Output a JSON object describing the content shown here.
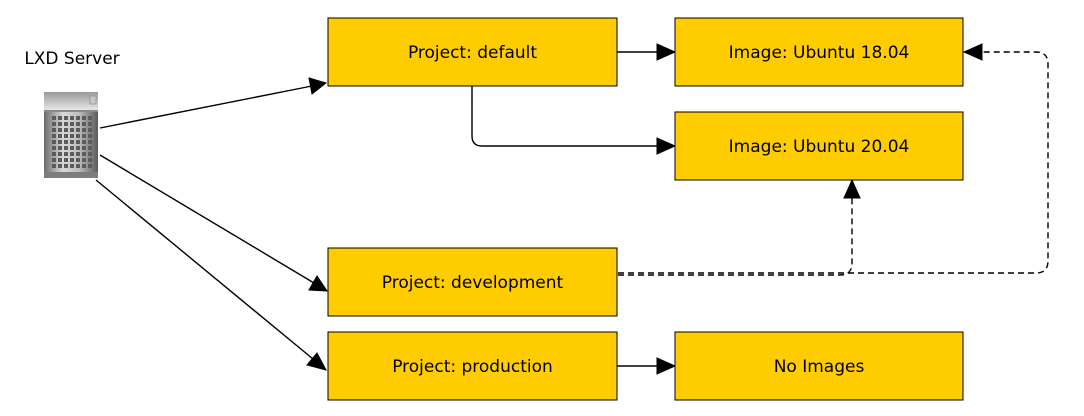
{
  "server": {
    "label": "LXD Server",
    "icon": "server-icon"
  },
  "projects": {
    "default": "Project: default",
    "development": "Project: development",
    "production": "Project: production"
  },
  "images": {
    "ubuntu_1804": "Image: Ubuntu 18.04",
    "ubuntu_2004": "Image: Ubuntu 20.04",
    "none": "No Images"
  },
  "colors": {
    "node_fill": "#ffcc00",
    "node_stroke": "#000000",
    "edge": "#000000"
  }
}
